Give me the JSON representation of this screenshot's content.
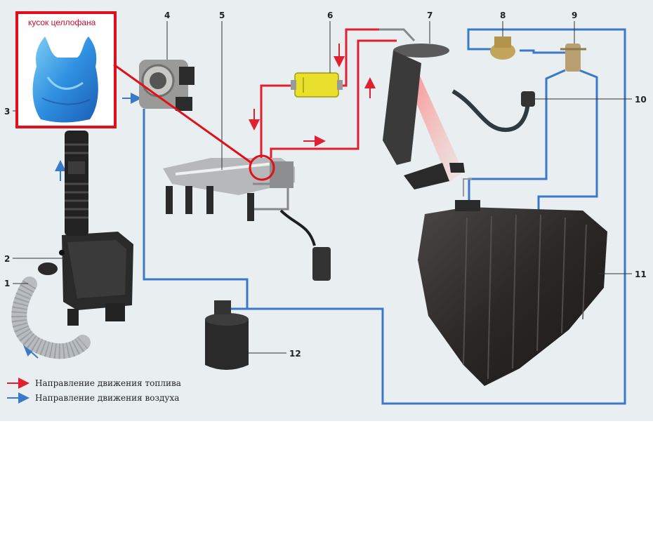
{
  "inset": {
    "label": "кусок целлофана"
  },
  "parts": [
    {
      "id": "1",
      "label": "1"
    },
    {
      "id": "2",
      "label": "2"
    },
    {
      "id": "3",
      "label": "3"
    },
    {
      "id": "4",
      "label": "4"
    },
    {
      "id": "5",
      "label": "5"
    },
    {
      "id": "6",
      "label": "6"
    },
    {
      "id": "7",
      "label": "7"
    },
    {
      "id": "8",
      "label": "8"
    },
    {
      "id": "9",
      "label": "9"
    },
    {
      "id": "10",
      "label": "10"
    },
    {
      "id": "11",
      "label": "11"
    },
    {
      "id": "12",
      "label": "12"
    }
  ],
  "legend": {
    "fuel": "Направление движения топлива",
    "air": "Направление движения воздуха"
  },
  "colors": {
    "fuel": "#e02030",
    "air": "#3a78c8",
    "highlight": "#e0101a"
  }
}
